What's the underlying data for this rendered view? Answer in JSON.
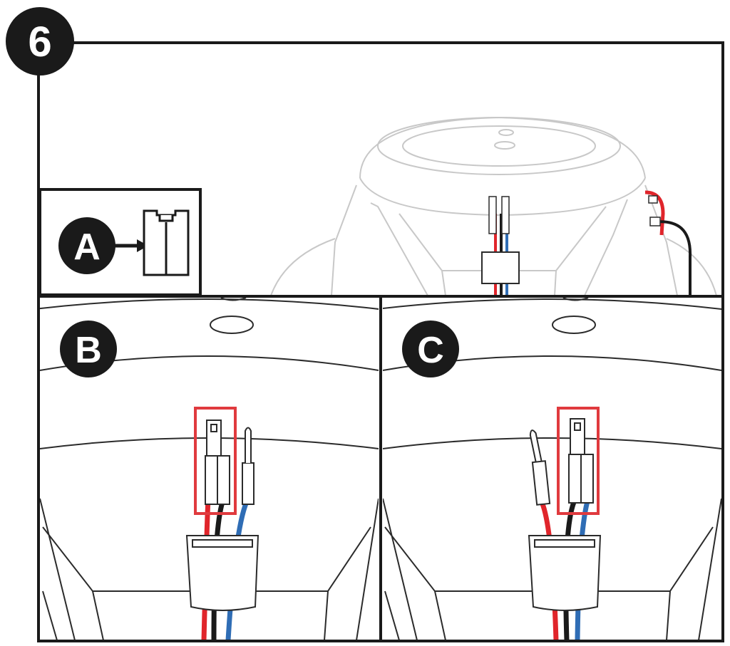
{
  "step": {
    "number": "6"
  },
  "panels": {
    "a": {
      "label": "A"
    },
    "b": {
      "label": "B"
    },
    "c": {
      "label": "C"
    }
  },
  "colors": {
    "outline": "#1a1a1a",
    "line_art": "#2b2b2b",
    "faint_line_art": "#c8c8c8",
    "badge": "#1a1a1a",
    "highlight_box": "#e03a3e",
    "wire_red": "#e0252b",
    "wire_blue": "#2f6db5",
    "wire_black": "#1a1a1a"
  },
  "icons": {
    "step_badge": "circle-number-badge",
    "arrow": "arrow-right-icon",
    "connector": "spade-connector-icon"
  }
}
